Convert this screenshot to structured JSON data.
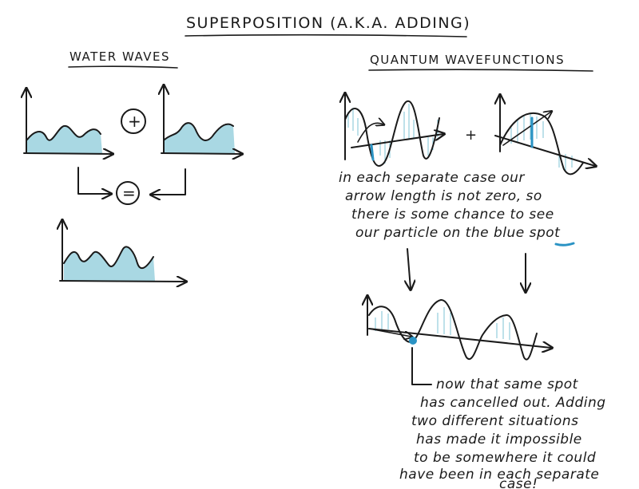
{
  "title": "SUPERPOSITION (A.K.A. ADDING)",
  "left": {
    "heading": "WATER WAVES",
    "plus_symbol": "+",
    "equals_symbol": "="
  },
  "right": {
    "heading": "QUANTUM WAVEFUNCTIONS",
    "plus_symbol": "+",
    "note_top": [
      "in each separate case our",
      "arrow length is not zero, so",
      "there is some chance to see",
      "our particle on the blue spot"
    ],
    "note_bottom": [
      "now that same spot",
      "has cancelled out. Adding",
      "two different situations",
      "has made it impossible",
      "to be somewhere it could",
      "have been in each separate",
      "case!"
    ]
  },
  "colors": {
    "ink": "#1a1a1a",
    "wave_fill": "#a9d8e3",
    "highlight": "#2a93c4"
  }
}
